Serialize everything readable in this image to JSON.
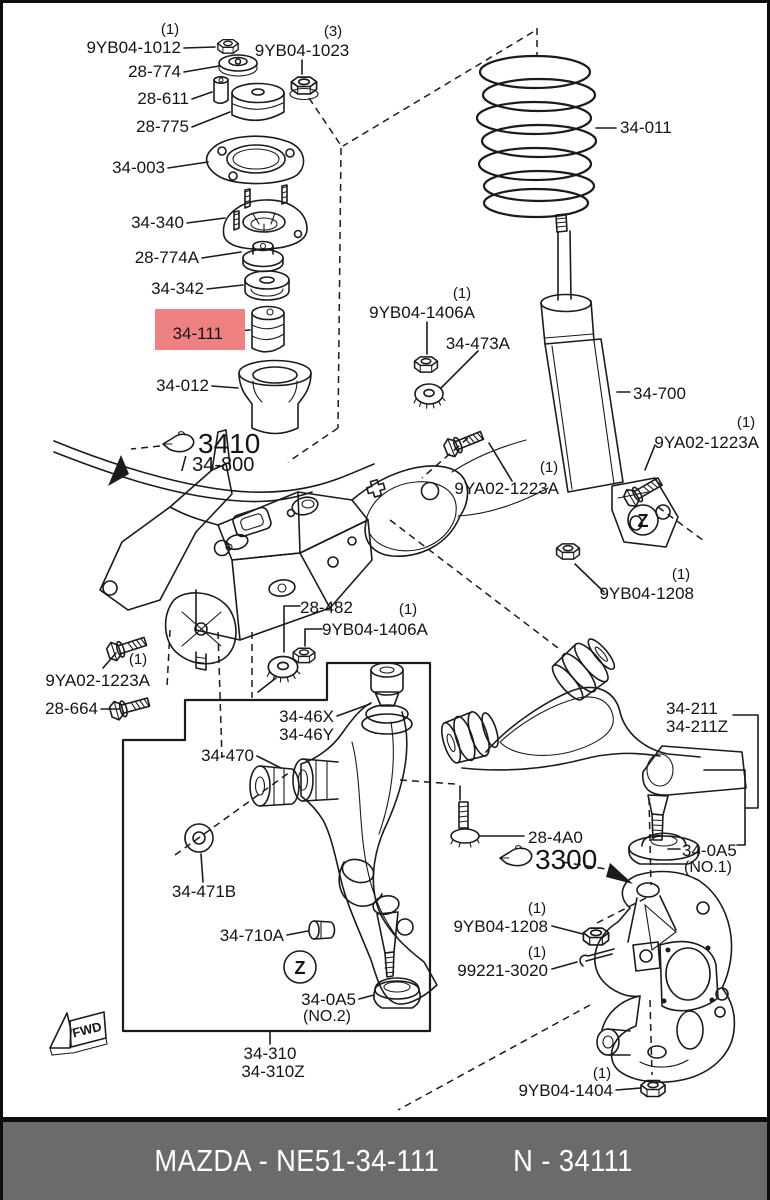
{
  "doc": {
    "type": "parts-catalog-exploded-diagram",
    "line_color": "#1b1b1b"
  },
  "footer": {
    "brand_part": "MAZDA - NE51-34-111",
    "catalog_no": "N - 34111",
    "bar_color": "#6b6b6b",
    "text_color": "#ffffff"
  },
  "highlight": {
    "part": "34-111",
    "color": "#ee8282"
  },
  "view_refs": {
    "fig_3410": "3410",
    "fig_3410_sub": "/ 34-800",
    "fig_3300": "3300",
    "fwd": "FWD",
    "detail_z": "Z"
  },
  "quantities": {
    "q1": "(1)",
    "q3": "(3)"
  },
  "parts": {
    "p9yb04_1012": "9YB04-1012",
    "p9yb04_1023": "9YB04-1023",
    "p28_774": "28-774",
    "p28_611": "28-611",
    "p28_775": "28-775",
    "p34_003": "34-003",
    "p34_340": "34-340",
    "p28_774a": "28-774A",
    "p34_342": "34-342",
    "p34_111": "34-111",
    "p34_012": "34-012",
    "p34_011": "34-011",
    "p9yb04_1406a": "9YB04-1406A",
    "p34_473a": "34-473A",
    "p34_700": "34-700",
    "p9ya02_1223a": "9YA02-1223A",
    "p9yb04_1208": "9YB04-1208",
    "p28_664": "28-664",
    "p28_482": "28-482",
    "p34_46x": "34-46X",
    "p34_46y": "34-46Y",
    "p34_470": "34-470",
    "p34_471b": "34-471B",
    "p34_710a": "34-710A",
    "p34_0a5": "34-0A5",
    "no1": "(NO.1)",
    "no2": "(NO.2)",
    "p34_310": "34-310",
    "p34_310z": "34-310Z",
    "p34_211": "34-211",
    "p34_211z": "34-211Z",
    "p28_4a0": "28-4A0",
    "p99221_3020": "99221-3020",
    "p9yb04_1404": "9YB04-1404"
  }
}
